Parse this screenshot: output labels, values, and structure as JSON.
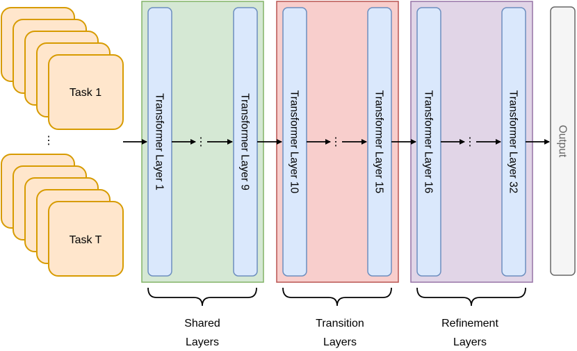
{
  "tasks": {
    "first": "Task 1",
    "last": "Task T",
    "ellipsis": "⋮"
  },
  "layers": {
    "shared_first": "Transformer Layer 1",
    "shared_last": "Transformer Layer 9",
    "transition_first": "Transformer Layer 10",
    "transition_last": "Transformer Layer 15",
    "refinement_first": "Transformer Layer 16",
    "refinement_last": "Transformer Layer 32",
    "between_ellipsis": "⋮"
  },
  "output": "Output",
  "groups": {
    "shared": {
      "line1": "Shared",
      "line2": "Layers"
    },
    "transition": {
      "line1": "Transition",
      "line2": "Layers"
    },
    "refinement": {
      "line1": "Refinement",
      "line2": "Layers"
    }
  },
  "colors": {
    "task_fill": "#ffe6cc",
    "task_stroke": "#d79b00",
    "shared_fill": "#d5e8d4",
    "shared_stroke": "#82b366",
    "transition_fill": "#f8cecc",
    "transition_stroke": "#b85450",
    "refinement_fill": "#e1d5e7",
    "refinement_stroke": "#9673a6",
    "layer_fill": "#dae8fc",
    "layer_stroke": "#6c8ebf",
    "output_fill": "#f5f5f5",
    "output_stroke": "#666666",
    "output_text": "#666666"
  }
}
